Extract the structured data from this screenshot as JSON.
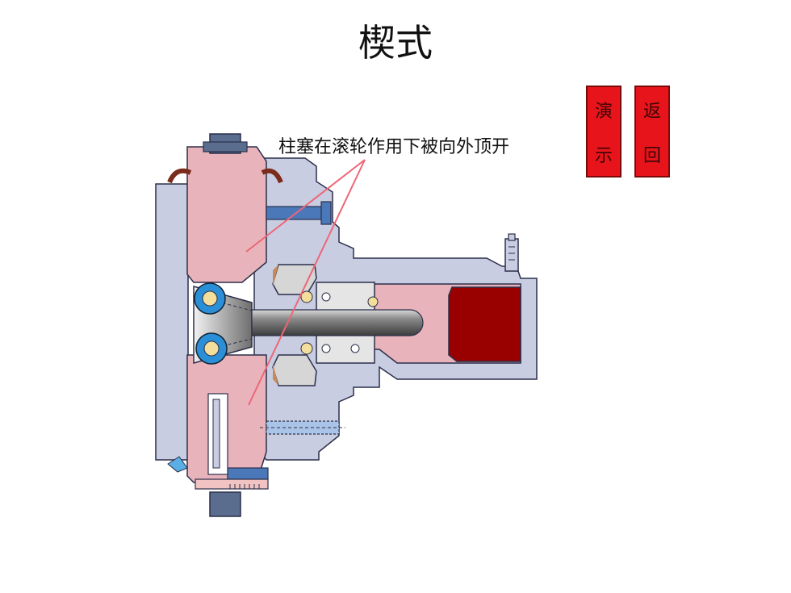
{
  "title": "楔式",
  "annotation": "柱塞在滚轮作用下被向外顶开",
  "buttons": {
    "demo": [
      "演",
      "示"
    ],
    "back": [
      "返",
      "回"
    ]
  },
  "colors": {
    "button": "#e8141b",
    "housing": "#c9cde2",
    "piston": "#e9b3bb",
    "roller": "#2a8fd6",
    "block": "#990000",
    "leader": "#ee6677"
  }
}
